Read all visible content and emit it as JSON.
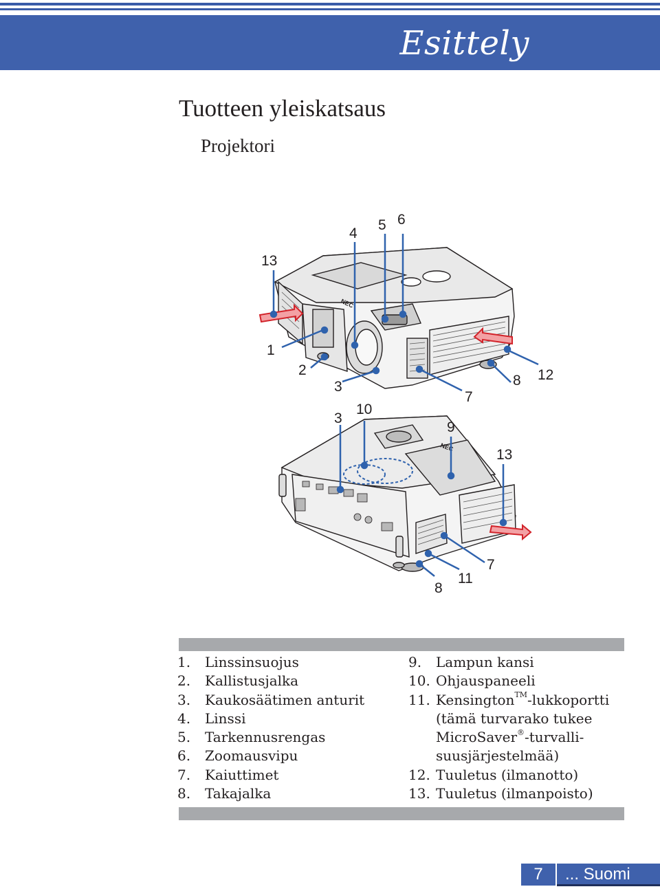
{
  "header": {
    "section_title": "Esittely"
  },
  "page": {
    "title": "Tuotteen yleiskatsaus",
    "subtitle": "Projektori"
  },
  "figure": {
    "callouts_top": [
      "13",
      "4",
      "5",
      "6",
      "1",
      "2",
      "3",
      "7",
      "8",
      "12"
    ],
    "callouts_bottom": [
      "3",
      "10",
      "9",
      "13",
      "8",
      "11",
      "7"
    ],
    "brand_mark": "NEC",
    "colors": {
      "callout_line": "#2f62ad",
      "arrow_red": "#d2232a",
      "arrow_fill": "#f3a1a4"
    }
  },
  "legend": {
    "left": [
      {
        "num": "1.",
        "text": "Linssinsuojus"
      },
      {
        "num": "2.",
        "text": "Kallistusjalka"
      },
      {
        "num": "3.",
        "text": "Kaukosäätimen anturit"
      },
      {
        "num": "4.",
        "text": "Linssi"
      },
      {
        "num": "5.",
        "text": "Tarkennusrengas"
      },
      {
        "num": "6.",
        "text": "Zoomausvipu"
      },
      {
        "num": "7.",
        "text": "Kaiuttimet"
      },
      {
        "num": "8.",
        "text": "Takajalka"
      }
    ],
    "right": [
      {
        "num": "9.",
        "text": "Lampun kansi"
      },
      {
        "num": "10.",
        "text": "Ohjauspaneeli"
      },
      {
        "num": "11.",
        "text": "Kensington",
        "sup": "TM",
        "after": "-lukkoportti"
      },
      {
        "cont": "(tämä turvarako tukee"
      },
      {
        "cont": "MicroSaver",
        "sup": "®",
        "after": "-turvalli-"
      },
      {
        "cont": "suusjärjestelmää)"
      },
      {
        "num": "12.",
        "text": "Tuuletus (ilmanotto)"
      },
      {
        "num": "13.",
        "text": "Tuuletus (ilmanpoisto)"
      }
    ]
  },
  "footer": {
    "page_number": "7",
    "language": "... Suomi"
  }
}
